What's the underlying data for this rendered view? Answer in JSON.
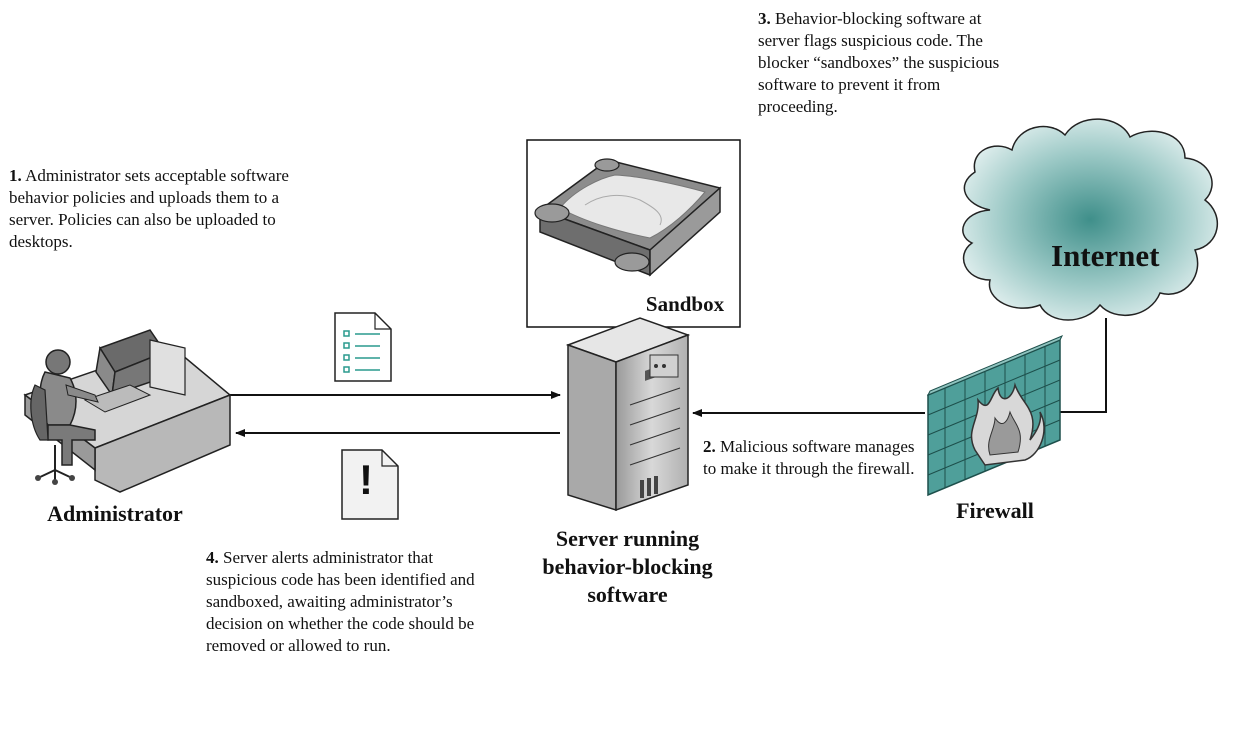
{
  "steps": {
    "step1": {
      "num": "1.",
      "text": "Administrator sets acceptable software behavior policies and uploads them to a server. Policies can also be uploaded to desktops."
    },
    "step2": {
      "num": "2.",
      "text": "Malicious software manages to make it through the firewall."
    },
    "step3": {
      "num": "3.",
      "text": "Behavior-blocking software at server flags suspicious code. The blocker “sandboxes” the suspicious software to prevent it from proceeding."
    },
    "step4": {
      "num": "4.",
      "text": "Server alerts administrator that suspicious code has been identified and sandboxed, awaiting administrator’s decision on whether the code should be removed or allowed to run."
    }
  },
  "labels": {
    "administrator": "Administrator",
    "server": "Server running behavior-blocking software",
    "sandbox": "Sandbox",
    "firewall": "Firewall",
    "internet": "Internet"
  },
  "alert_symbol": "!",
  "colors": {
    "cloud_fill": "#5aa3a0",
    "document_lines": "#2a9a8e",
    "firewall_brick": "#4f9f9a",
    "server_body": "#c8c8c8"
  }
}
